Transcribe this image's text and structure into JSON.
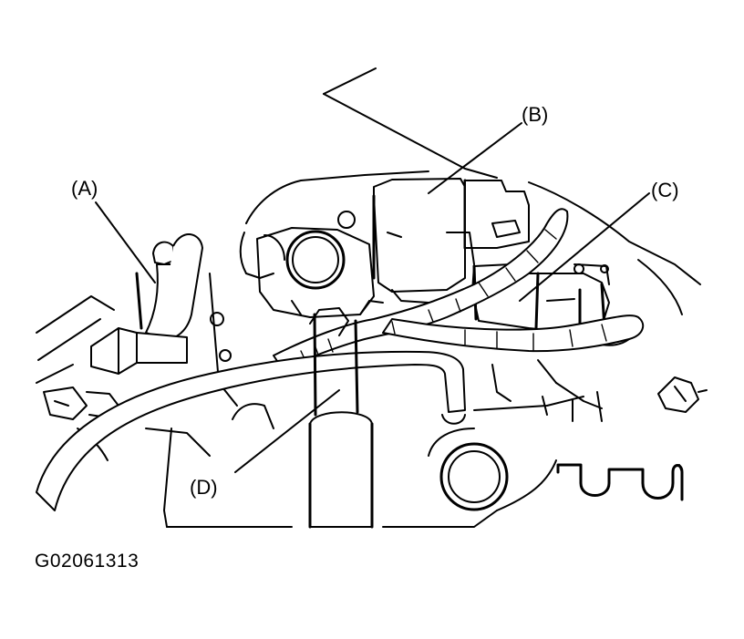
{
  "labels": {
    "a": "(A)",
    "b": "(B)",
    "c": "(C)",
    "d": "(D)"
  },
  "figure_id": "G02061313"
}
